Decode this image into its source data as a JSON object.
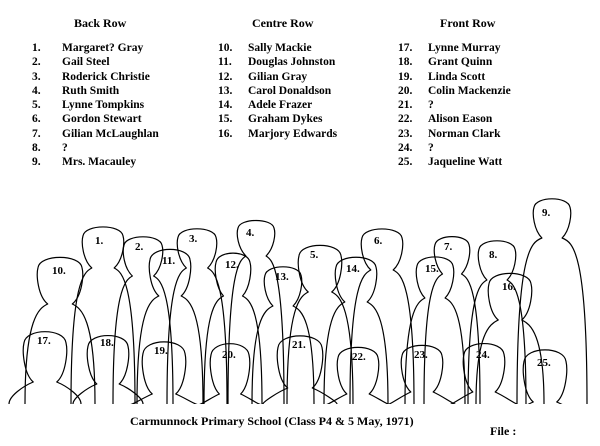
{
  "columns": {
    "back": {
      "title": "Back Row",
      "names": [
        {
          "num": "1.",
          "name": "Margaret? Gray"
        },
        {
          "num": "2.",
          "name": "Gail Steel"
        },
        {
          "num": "3.",
          "name": "Roderick Christie"
        },
        {
          "num": "4.",
          "name": "Ruth Smith"
        },
        {
          "num": "5.",
          "name": "Lynne Tompkins"
        },
        {
          "num": "6.",
          "name": "Gordon Stewart"
        },
        {
          "num": "7.",
          "name": "Gilian McLaughlan"
        },
        {
          "num": "8.",
          "name": "?"
        },
        {
          "num": "9.",
          "name": "Mrs. Macauley"
        }
      ]
    },
    "centre": {
      "title": "Centre Row",
      "names": [
        {
          "num": "10.",
          "name": "Sally Mackie"
        },
        {
          "num": "11.",
          "name": "Douglas Johnston"
        },
        {
          "num": "12.",
          "name": "Gilian Gray"
        },
        {
          "num": "13.",
          "name": "Carol Donaldson"
        },
        {
          "num": "14.",
          "name": "Adele Frazer"
        },
        {
          "num": "15.",
          "name": "Graham Dykes"
        },
        {
          "num": "16.",
          "name": "Marjory Edwards"
        }
      ]
    },
    "front": {
      "title": "Front Row",
      "names": [
        {
          "num": "17.",
          "name": "Lynne Murray"
        },
        {
          "num": "18.",
          "name": "Grant Quinn"
        },
        {
          "num": "19.",
          "name": "Linda Scott"
        },
        {
          "num": "20.",
          "name": "Colin Mackenzie"
        },
        {
          "num": "21.",
          "name": "?"
        },
        {
          "num": "22.",
          "name": "Alison Eason"
        },
        {
          "num": "23.",
          "name": "Norman Clark"
        },
        {
          "num": "24.",
          "name": "?"
        },
        {
          "num": "25.",
          "name": "Jaqueline Watt"
        }
      ]
    }
  },
  "figure_labels": [
    "1.",
    "2.",
    "3.",
    "4.",
    "5.",
    "6.",
    "7.",
    "8.",
    "9.",
    "10.",
    "11.",
    "12.",
    "13.",
    "14.",
    "15.",
    "16.",
    "17.",
    "18.",
    "19.",
    "20.",
    "21.",
    "22.",
    "23.",
    "24.",
    "25."
  ],
  "caption": "Carmunnock Primary School (Class P4 & 5 May, 1971)",
  "file_label": "File :"
}
